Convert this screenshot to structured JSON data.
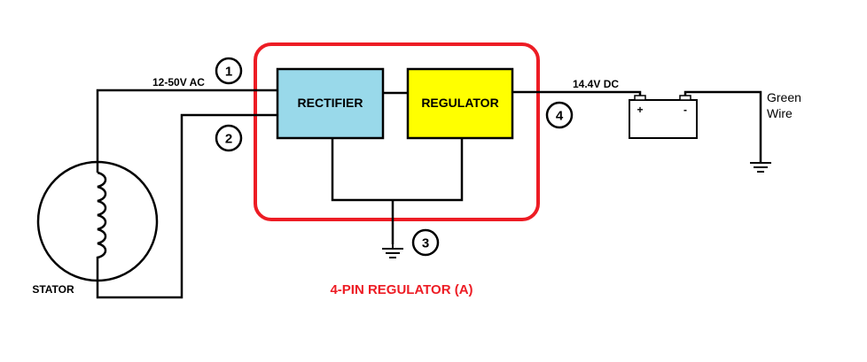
{
  "diagram": {
    "labels": {
      "input_voltage": "12-50V AC",
      "output_voltage": "14.4V DC",
      "stator": "STATOR",
      "green": "Green",
      "wire": "Wire",
      "battery_plus": "+",
      "battery_minus": "-"
    },
    "blocks": {
      "rectifier": "RECTIFIER",
      "regulator": "REGULATOR"
    },
    "pins": [
      "1",
      "2",
      "3",
      "4"
    ],
    "caption": "4-PIN REGULATOR (A)"
  },
  "colors": {
    "rectifier_fill": "#99d9ea",
    "regulator_fill": "#ffff00",
    "enclosure_outline": "#ed1c24",
    "caption_text": "#ed1c24"
  }
}
